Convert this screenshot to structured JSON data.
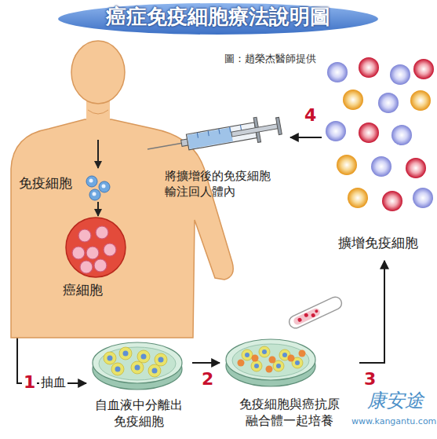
{
  "diagram": {
    "title": "癌症免疫細胞療法說明圖",
    "nodes": [
      {
        "text": [
          "免疫細胞",
          "癌細胞"
        ]
      },
      {
        "text": [
          "自血液中分離出 免疫細胞"
        ]
      },
      {
        "text": [
          "免疫細胞與癌抗原 融合體一起培養"
        ]
      },
      {
        "text": [
          "擴增免疫細胞"
        ]
      },
      {
        "text": [
          "將擴增後的免疫細胞 輸注回人體內"
        ]
      }
    ],
    "edges": [
      {
        "from": 0,
        "to": 1,
        "arrow": "to",
        "label": "1"
      },
      {
        "from": 1,
        "to": 2,
        "arrow": "to",
        "label": "2"
      },
      {
        "from": 2,
        "to": 3,
        "arrow": "to",
        "label": "3"
      },
      {
        "from": 3,
        "to": 4,
        "arrow": "to",
        "label": "4"
      }
    ],
    "labels": [
      "圖：趙榮杰醫師提供",
      "抽血",
      "康安途",
      "www.kangantu.com"
    ]
  }
}
